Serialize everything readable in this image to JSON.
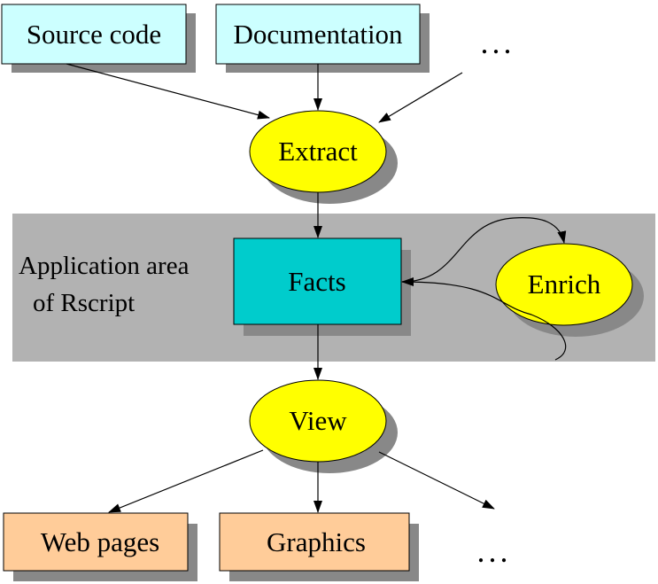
{
  "inputs": {
    "source_code": "Source code",
    "documentation": "Documentation",
    "more": "..."
  },
  "process": {
    "extract": "Extract",
    "facts": "Facts",
    "enrich": "Enrich",
    "view": "View"
  },
  "application_area": {
    "line1": "Application area",
    "line2": "of Rscript"
  },
  "outputs": {
    "web_pages": "Web pages",
    "graphics": "Graphics",
    "more": "..."
  },
  "colors": {
    "input_box": "#ccffff",
    "output_box": "#ffcc99",
    "ellipse": "#ffff00",
    "facts_box": "#00cccc",
    "shadow": "#888888",
    "area_band": "#b2b2b2"
  }
}
